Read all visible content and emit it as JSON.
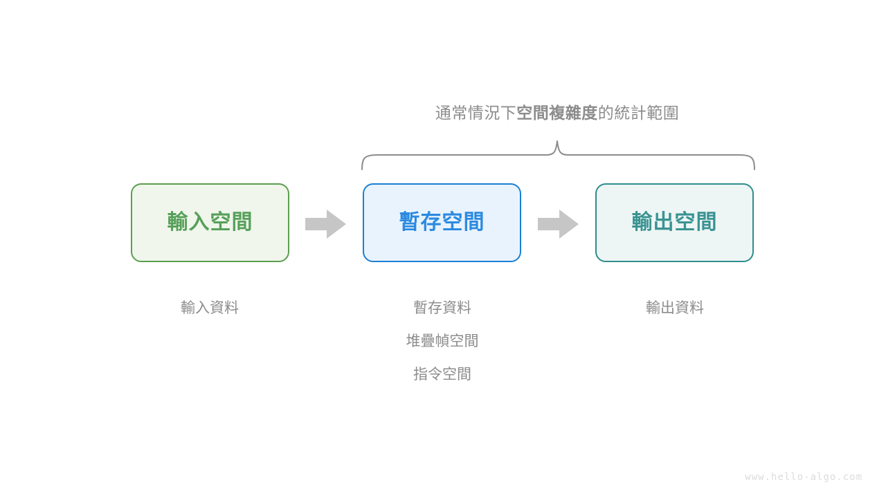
{
  "diagram": {
    "scope_caption": {
      "prefix": "通常情況下",
      "emphasis": "空間複雜度",
      "suffix": "的統計範圍",
      "full_text": "通常情況下空間複雜度的統計範圍"
    },
    "brace": {
      "name": "curly-brace",
      "spans_boxes": [
        "暫存空間",
        "輸出空間"
      ],
      "color": "#8c8c8c"
    },
    "boxes": [
      {
        "id": "input",
        "label": "輸入空間",
        "border_color": "#5b9e4f",
        "fill_color": "#f0f6ec",
        "text_color": "#57a05a"
      },
      {
        "id": "temp",
        "label": "暫存空間",
        "border_color": "#1b7fd4",
        "fill_color": "#e9f3fd",
        "text_color": "#2b8ae0"
      },
      {
        "id": "output",
        "label": "輸出空間",
        "border_color": "#2f8c8c",
        "fill_color": "#edf6f4",
        "text_color": "#3a9393"
      }
    ],
    "arrows": [
      {
        "id": "arrow-1",
        "from": "輸入空間",
        "to": "暫存空間",
        "color": "#c6c6c6"
      },
      {
        "id": "arrow-2",
        "from": "暫存空間",
        "to": "輸出空間",
        "color": "#c6c6c6"
      }
    ],
    "captions": {
      "input": [
        "輸入資料"
      ],
      "temp": [
        "暫存資料",
        "堆疊幀空間",
        "指令空間"
      ],
      "output": [
        "輸出資料"
      ],
      "color": "#8c8c8c"
    },
    "watermark": "www.hello-algo.com"
  }
}
